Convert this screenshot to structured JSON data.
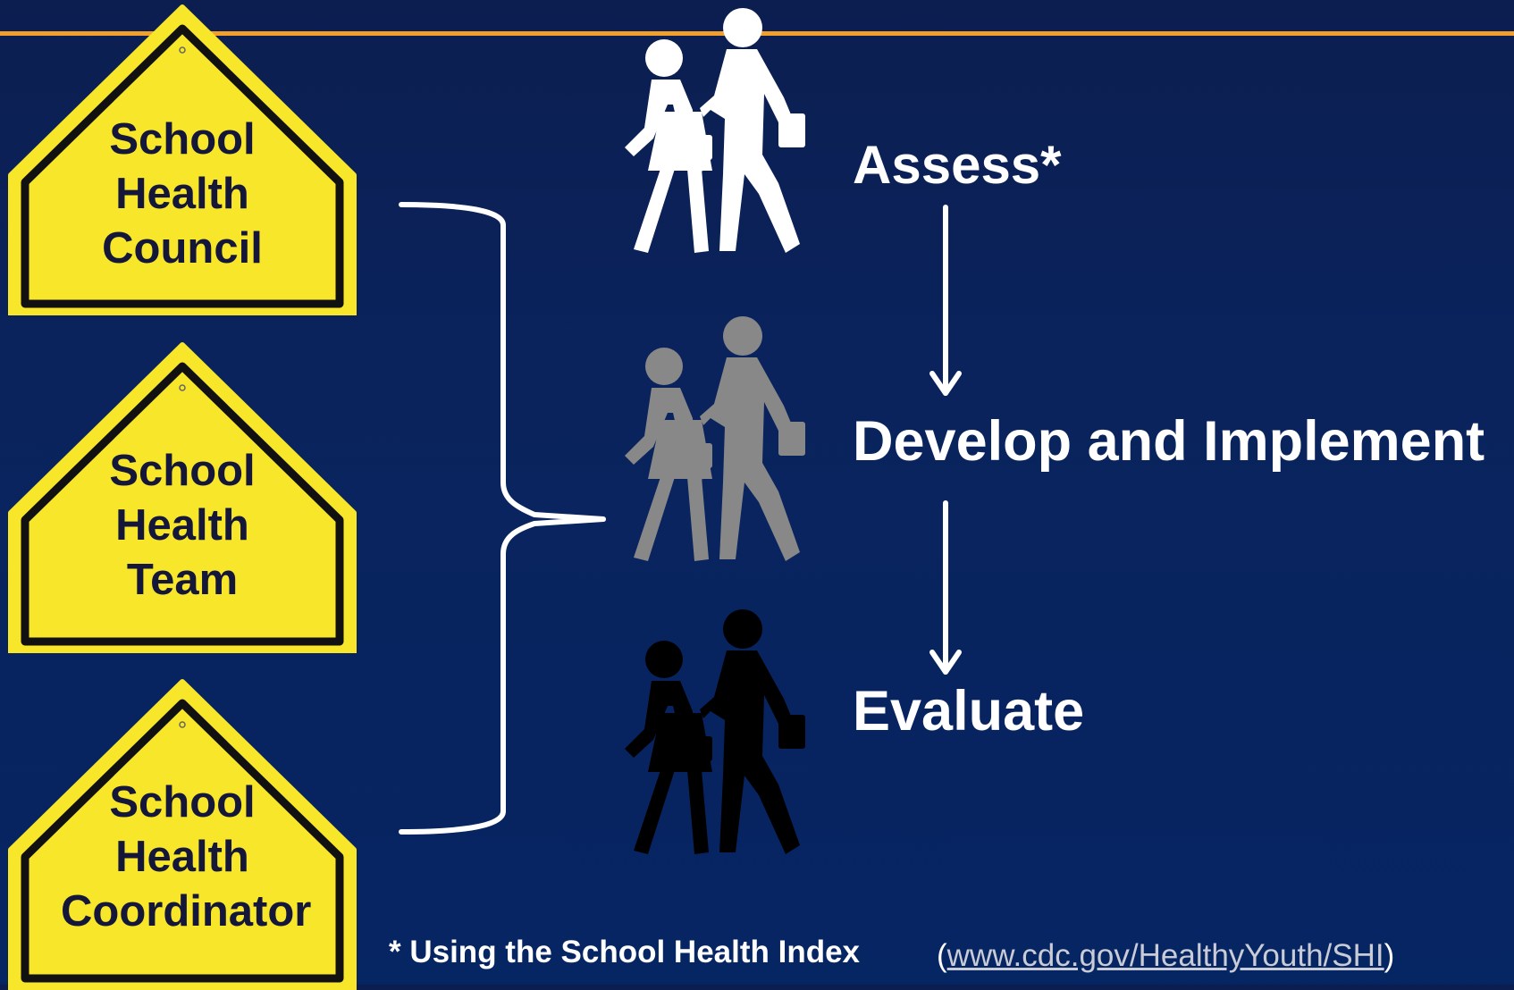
{
  "signs": [
    {
      "lines": [
        "School",
        "Health",
        "Council"
      ]
    },
    {
      "lines": [
        "School",
        "Health",
        "Team"
      ]
    },
    {
      "lines": [
        "School",
        "Health",
        "Coordinator"
      ]
    }
  ],
  "steps": {
    "assess": "Assess*",
    "develop": "Develop and Implement",
    "evaluate": "Evaluate"
  },
  "footnote": {
    "text": "* Using the School Health Index",
    "link_text": "www.cdc.gov/HealthyYouth/SHI",
    "open_paren": "(",
    "close_paren": ")"
  },
  "colors": {
    "background": "#0a235c",
    "accent_rule": "#f2a02c",
    "sign_yellow": "#f7e629",
    "walker_top": "#ffffff",
    "walker_middle": "#888888",
    "walker_bottom": "#000000"
  },
  "icons": [
    "school-crossing-sign-icon",
    "walking-students-icon",
    "down-arrow-icon",
    "bracket-icon"
  ]
}
